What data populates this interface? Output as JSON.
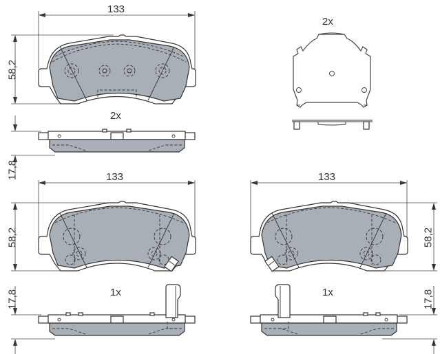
{
  "drawing": {
    "title": "Brake pad set technical drawing",
    "fill_color": "#a9afb6",
    "line_color": "#333333",
    "views": [
      {
        "id": "pad-top-2x",
        "quantity_label": "2x",
        "width_label": "133",
        "height_label": "58,2",
        "thickness_label": "17,8"
      },
      {
        "id": "clip-2x",
        "quantity_label": "2x"
      },
      {
        "id": "pad-bottom-left-1x",
        "quantity_label": "1x",
        "width_label": "133",
        "height_label": "58,2",
        "thickness_label": "17,8"
      },
      {
        "id": "pad-bottom-right-1x",
        "quantity_label": "1x",
        "width_label": "133",
        "height_label": "58,2",
        "thickness_label": "17,8"
      }
    ]
  }
}
